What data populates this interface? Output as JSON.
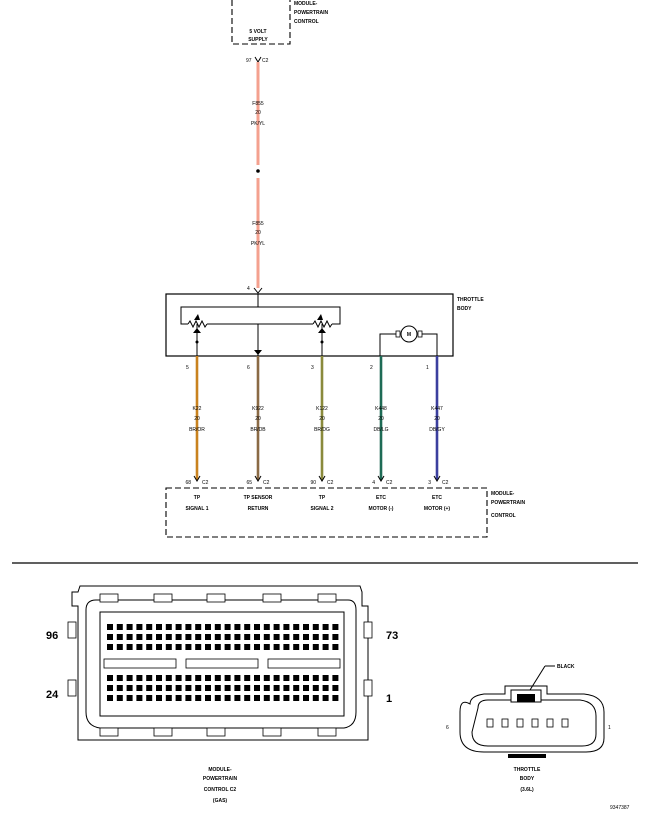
{
  "top_module": {
    "name_lines": [
      "MODULE-",
      "POWERTRAIN",
      "CONTROL"
    ],
    "supply_lines": [
      "5 VOLT",
      "SUPPLY"
    ],
    "pin": "97",
    "connector": "C2"
  },
  "supply_wire": {
    "upper": [
      "F855",
      "20",
      "PK/YL"
    ],
    "lower": [
      "F855",
      "20",
      "PK/YL"
    ],
    "color": "#f4a18f"
  },
  "throttle_body": {
    "name_lines": [
      "THROTTLE",
      "BODY"
    ],
    "supply_pin": "4",
    "motor_symbol": "M"
  },
  "wires": [
    {
      "tb_pin": "5",
      "circuit": "K22",
      "gauge": "20",
      "color_code": "BR/OR",
      "pcm_pin": "68",
      "pcm_conn": "C2",
      "label_lines": [
        "TP",
        "SIGNAL 1"
      ],
      "color": "#c9821e"
    },
    {
      "tb_pin": "6",
      "circuit": "K922",
      "gauge": "20",
      "color_code": "BR/DB",
      "pcm_pin": "65",
      "pcm_conn": "C2",
      "label_lines": [
        "TP SENSOR",
        "RETURN"
      ],
      "color": "#8a6a45"
    },
    {
      "tb_pin": "3",
      "circuit": "K122",
      "gauge": "20",
      "color_code": "BR/DG",
      "pcm_pin": "90",
      "pcm_conn": "C2",
      "label_lines": [
        "TP",
        "SIGNAL 2"
      ],
      "color": "#8a8a3c"
    },
    {
      "tb_pin": "2",
      "circuit": "K448",
      "gauge": "20",
      "color_code": "DB/LG",
      "pcm_pin": "4",
      "pcm_conn": "C2",
      "label_lines": [
        "ETC",
        "MOTOR (-)"
      ],
      "color": "#1e6b55"
    },
    {
      "tb_pin": "1",
      "circuit": "K447",
      "gauge": "20",
      "color_code": "DB/GY",
      "pcm_pin": "3",
      "pcm_conn": "C2",
      "label_lines": [
        "ETC",
        "MOTOR (+)"
      ],
      "color": "#3b3f9e"
    }
  ],
  "bottom_module": {
    "name_lines": [
      "MODULE-",
      "POWERTRAIN",
      "CONTROL"
    ]
  },
  "pcm_connector": {
    "pin_labels": {
      "top_left": "96",
      "top_right": "73",
      "bottom_left": "24",
      "bottom_right": "1"
    },
    "caption_lines": [
      "MODULE-",
      "POWERTRAIN",
      "CONTROL C2",
      "(GAS)"
    ]
  },
  "tb_connector": {
    "color_label": "BLACK",
    "pin_left": "6",
    "pin_right": "1",
    "caption_lines": [
      "THROTTLE",
      "BODY",
      "(3.6L)"
    ]
  },
  "figure_id": "9347387"
}
